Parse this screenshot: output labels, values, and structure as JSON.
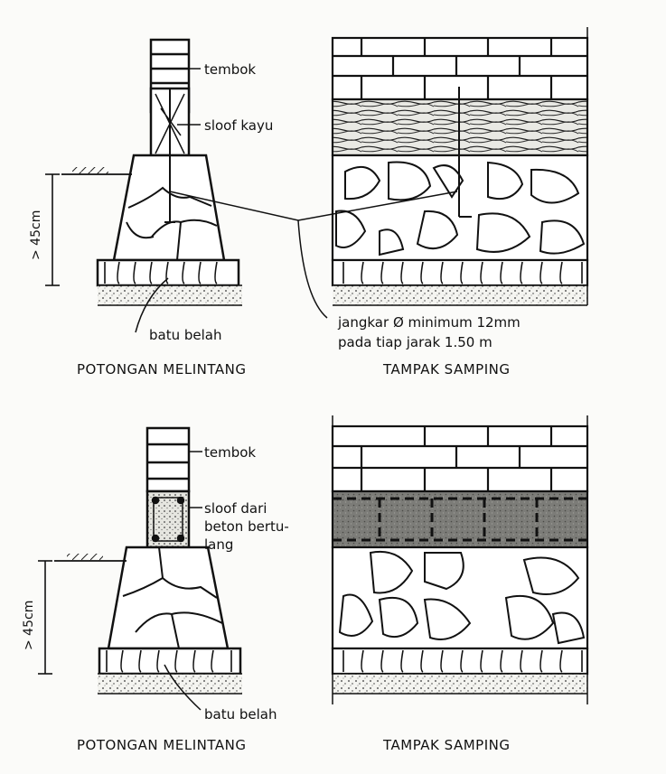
{
  "top": {
    "section": {
      "label_wall": "tembok",
      "label_sloof": "sloof kayu",
      "label_stone": "batu belah",
      "depth": "> 45cm",
      "caption": "POTONGAN MELINTANG"
    },
    "side": {
      "anchor_line1": "jangkar Ø minimum 12mm",
      "anchor_line2": "pada tiap jarak 1.50 m",
      "caption": "TAMPAK SAMPING"
    }
  },
  "bottom": {
    "section": {
      "label_wall": "tembok",
      "label_sloof_1": "sloof dari",
      "label_sloof_2": "beton bertu-",
      "label_sloof_3": "lang",
      "label_stone": "batu belah",
      "depth": "> 45cm",
      "caption": "POTONGAN MELINTANG"
    },
    "side": {
      "caption": "TAMPAK SAMPING"
    }
  }
}
